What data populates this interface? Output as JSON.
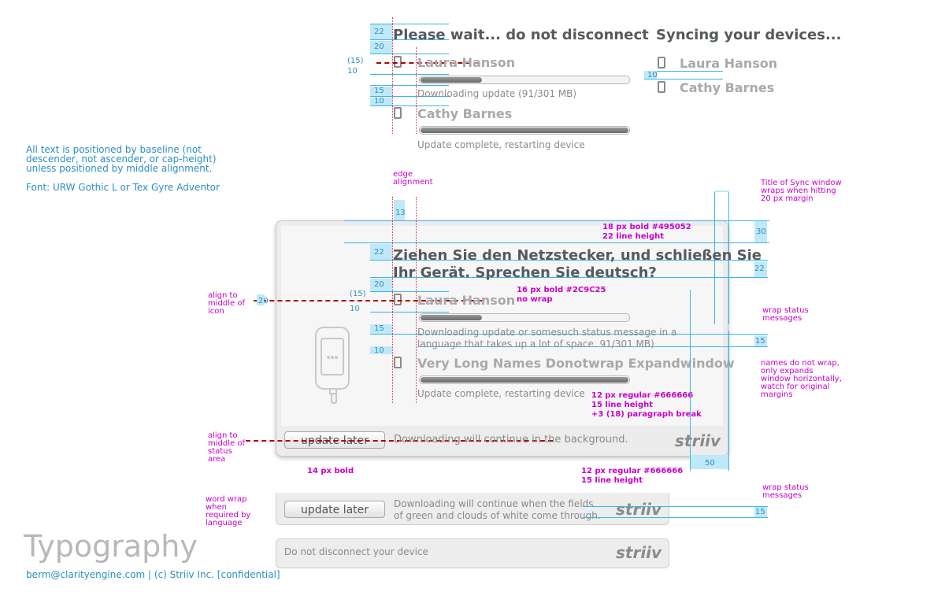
{
  "top": {
    "title": "Please wait... do not disconnect",
    "devices": [
      {
        "name": "Laura Hanson",
        "status": "Downloading update (91/301 MB)",
        "progress": 0.3
      },
      {
        "name": "Cathy Barnes",
        "status": "Update complete, restarting device",
        "progress": 1.0
      }
    ]
  },
  "syncing": {
    "title": "Syncing your devices...",
    "devices": [
      "Laura Hanson",
      "Cathy Barnes"
    ]
  },
  "notes": {
    "typography_line1": "All text is positioned by baseline (not",
    "typography_line2": "descender, not ascender, or cap-height)",
    "typography_line3": "unless positioned by middle alignment.",
    "font": "Font: URW Gothic L or Tex Gyre Adventor",
    "edge_alignment_1": "edge",
    "edge_alignment_2": "alignment",
    "title_wrap_1": "Title of Sync window",
    "title_wrap_2": "wraps when hitting",
    "title_wrap_3": "20 px margin",
    "align_icon_1": "align to",
    "align_icon_2": "middle of",
    "align_icon_3": "icon",
    "wrap_status_1": "wrap status",
    "wrap_status_2": "messages",
    "names_1": "names do not wrap,",
    "names_2": "only expands",
    "names_3": "window horizontally,",
    "names_4": "watch for original",
    "names_5": "margins",
    "align_status_1": "align to",
    "align_status_2": "middle of",
    "align_status_3": "status",
    "align_status_4": "area",
    "word_wrap_1": "word wrap",
    "word_wrap_2": "when",
    "word_wrap_3": "required by",
    "word_wrap_4": "language",
    "wrap_status2_1": "wrap status",
    "wrap_status2_2": "messages",
    "spec_title_1": "18 px bold #495052",
    "spec_title_2": "22 line height",
    "spec_name_1": "16 px bold #2C9C25",
    "spec_name_2": "no wrap",
    "spec_status_1": "12 px regular #666666",
    "spec_status_2": "15 line height",
    "spec_status_3": "+3 (18) paragraph break",
    "spec_button": "14 px bold",
    "spec_footer_1": "12 px regular #666666",
    "spec_footer_2": "15 line height"
  },
  "dims": {
    "d22a": "22",
    "d20a": "20",
    "d15a": "(15)",
    "d10a": "10",
    "d15b": "15",
    "d10b": "10",
    "d10c": "10",
    "d13": "13",
    "d22b": "22",
    "d30": "30",
    "d22c": "22",
    "d20b": "20",
    "d15c": "(15)",
    "d20c": "20",
    "d10d": "10",
    "d15d": "15",
    "d10e": "10",
    "d15e": "15",
    "d50": "50",
    "d15f": "15"
  },
  "window": {
    "title_line1": "Ziehen Sie den Netzstecker, und schließen Sie",
    "title_line2": "Ihr Gerät. Sprechen Sie deutsch?",
    "devices": [
      {
        "name": "Laura Hanson",
        "status_line1": "Downloading update or somesuch status message in a",
        "status_line2": "language that takes up a lot of space. 91/301 MB)",
        "progress": 0.3
      },
      {
        "name": "Very Long Names Donotwrap Expandwindow",
        "status": "Update complete, restarting device",
        "progress": 1.0
      }
    ],
    "button": "update later",
    "footer_status": "Downloading will continue in the background.",
    "logo": "striiv"
  },
  "strip1": {
    "button": "update later",
    "status_line1": "Downloading will continue when the fields",
    "status_line2": "of green and clouds of white come through.",
    "logo": "striiv"
  },
  "strip2": {
    "status": "Do not disconnect your device",
    "logo": "striiv"
  },
  "footer": {
    "heading": "Typography",
    "credit": "berm@clarityengine.com | (c) Striiv Inc. [confidential]"
  },
  "colors": {
    "title": "#555a5e",
    "name": "#a9a9a9",
    "status": "#8a8a8a",
    "annotation_cyan": "#2a8fc4",
    "annotation_magenta": "#c800c8",
    "guide_red": "#b00000"
  }
}
